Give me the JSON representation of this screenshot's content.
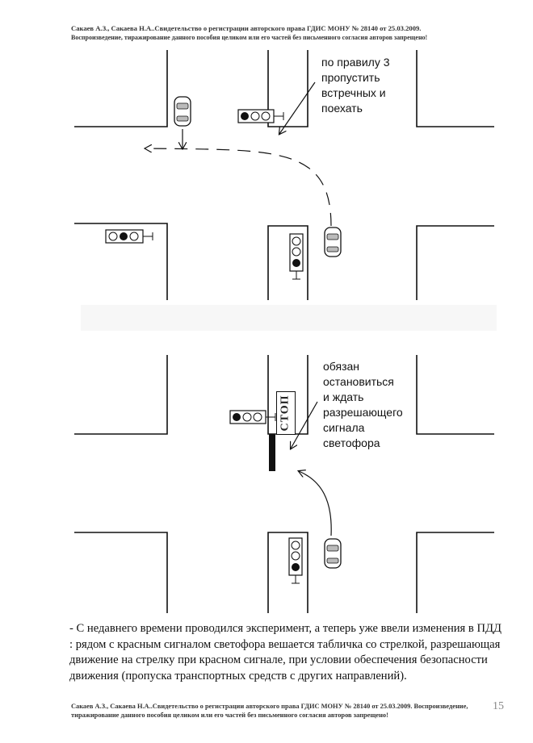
{
  "header": {
    "line1": "Сакаев А.З., Сакаева Н.А..Свидетельство о регистрации авторского права ГДИС МОНУ № 28140 от 25.03.2009.",
    "line2": "Воспроизведение, тиражирование данного пособия целиком или его частей без письменного согласия авторов запрещено!"
  },
  "figure_top": {
    "note": "по правилу 3\nпропустить\nвстречных и\nпоехать"
  },
  "figure_bottom": {
    "note": "обязан\nостановиться\nи ждать\nразрешающего\nсигнала\nсветофора",
    "stop_sign_text": "СТОП"
  },
  "body_text": "- С недавнего времени проводился эксперимент, а теперь уже ввели изменения в ПДД : рядом с красным сигналом светофора вешается табличка со стрелкой, разрешающая движение на стрелку при красном сигнале, при условии обеспечения безопасности движения (пропуска транспортных средств с других направлений).",
  "footer": {
    "text": "Сакаев А.З., Сакаева Н.А..Свидетельство о регистрации авторского права ГДИС МОНУ № 28140 от 25.03.2009. Воспроизведение, тиражирование данного пособия целиком или его частей без письменного согласия авторов запрещено!"
  },
  "page_number": "15",
  "colors": {
    "ink": "#111111",
    "paper": "#ffffff",
    "watermark": "#e8e8e8"
  }
}
